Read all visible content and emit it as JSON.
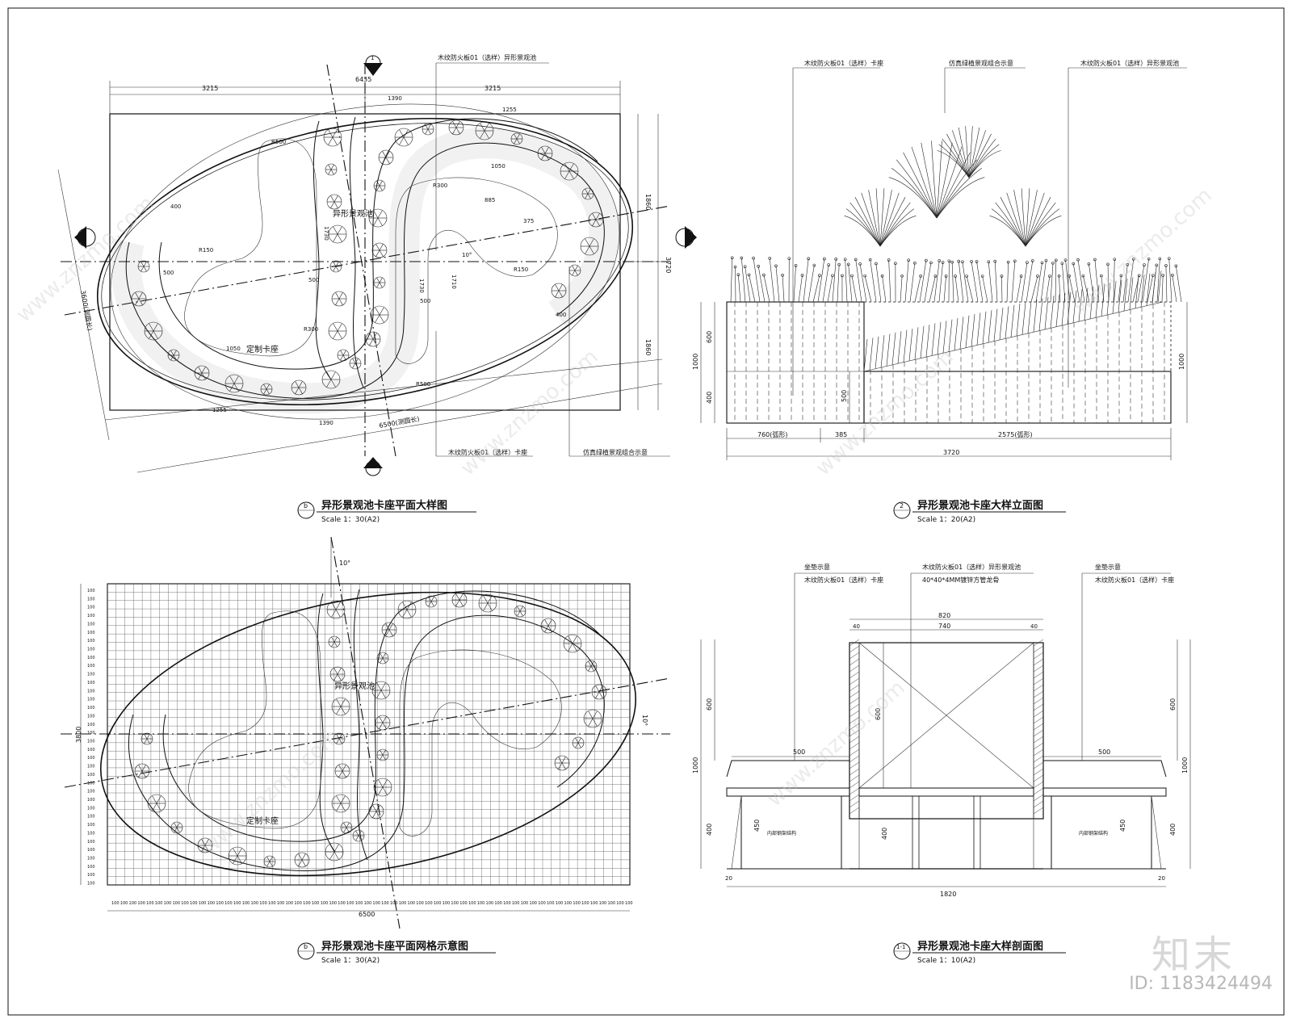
{
  "sheet": {
    "panels": [
      {
        "title": "异形景观池卡座平面大样图",
        "scale": "Scale 1：30(A2)",
        "index_symbol": "b",
        "labels": {
          "note_top": "木纹防火板01（选样）异形景观池",
          "note_bottom_1": "木纹防火板01（选样）卡座",
          "note_bottom_2": "仿真绿植景观组合示意",
          "pool": "异形景观池",
          "seat": "定制卡座"
        },
        "dimensions": [
          "3215",
          "6435",
          "3215",
          "1390",
          "1255",
          "1860",
          "3720",
          "1860",
          "6500(测圆长)",
          "1390",
          "1255",
          "3600(测圆长)",
          "1730",
          "1730",
          "1710",
          "500",
          "500",
          "500",
          "1050",
          "1050",
          "885",
          "375",
          "R150",
          "R150",
          "R300",
          "R300",
          "R500",
          "R500",
          "400",
          "400",
          "10°",
          "1"
        ]
      },
      {
        "title": "异形景观池卡座大样立面图",
        "scale": "Scale 1：20(A2)",
        "index_symbol": "2",
        "labels": {
          "note_1": "木纹防火板01（选样）卡座",
          "note_2": "仿真绿植景观组合示意",
          "note_3": "木纹防火板01（选样）异形景观池"
        },
        "dimensions": [
          "760(弧形)",
          "385",
          "2575(弧形)",
          "3720",
          "1000",
          "600",
          "400",
          "500",
          "1000"
        ]
      },
      {
        "title": "异形景观池卡座平面网格示意图",
        "scale": "Scale 1：30(A2)",
        "index_symbol": "b",
        "labels": {
          "pool": "异形景观池",
          "seat": "定制卡座"
        },
        "dimensions": [
          "3800",
          "6500",
          "100",
          "10°",
          "10°"
        ]
      },
      {
        "title": "异形景观池卡座大样剖面图",
        "scale": "Scale 1：10(A2)",
        "index_symbol": "1-1",
        "labels": {
          "left_1": "坐垫示意",
          "left_2": "木纹防火板01（选样）卡座",
          "mid_1": "木纹防火板01（选样）异形景观池",
          "mid_2": "40*40*4MM镀锌方管龙骨",
          "right_1": "坐垫示意",
          "right_2": "木纹防火板01（选样）卡座",
          "inner_left": "内部钢架结构",
          "inner_right": "内部钢架结构"
        },
        "dimensions": [
          "820",
          "40",
          "740",
          "40",
          "600",
          "600",
          "600",
          "1000",
          "1000",
          "500",
          "500",
          "400",
          "400",
          "450",
          "450",
          "400",
          "1820",
          "20",
          "20"
        ]
      }
    ],
    "watermark": "www.znzmo.com",
    "logo": "知末",
    "id_text": "ID: 1183424494"
  }
}
